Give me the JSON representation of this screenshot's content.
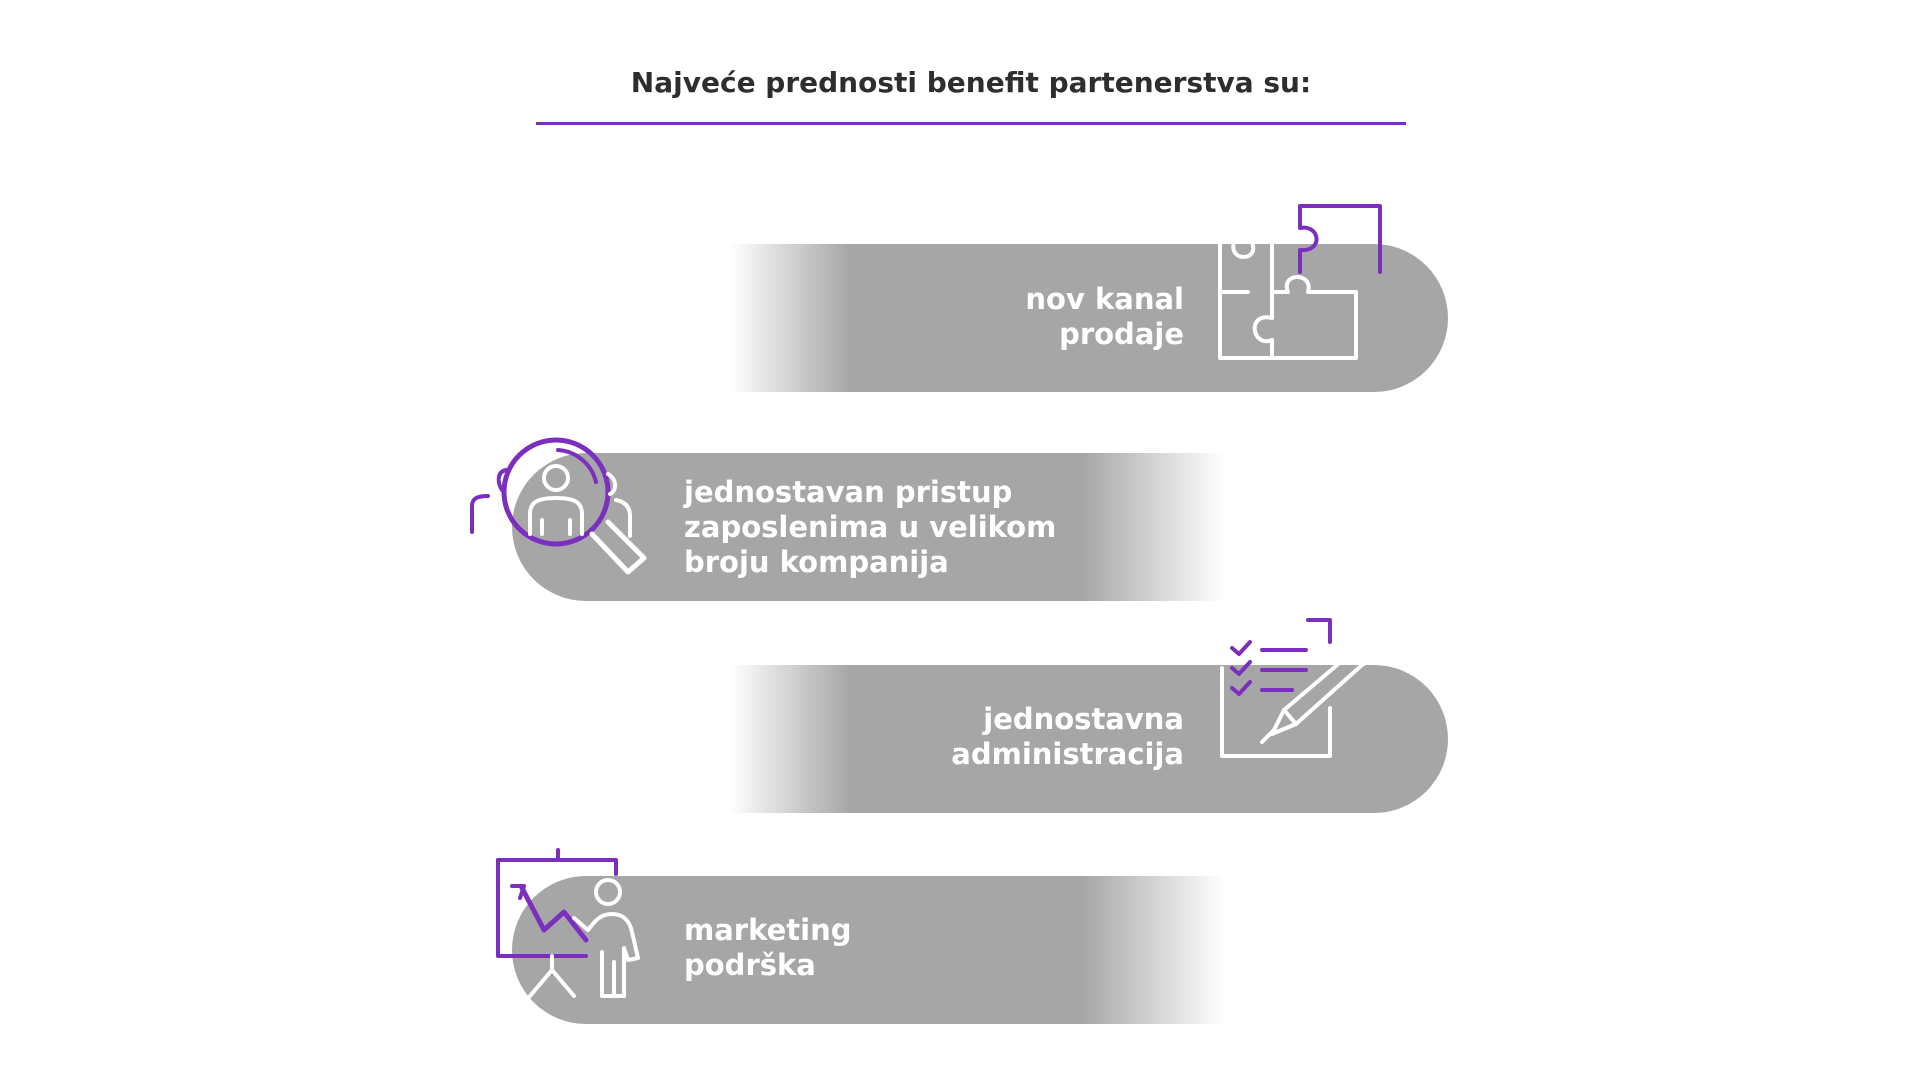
{
  "title": "Najveće prednosti benefit partenerstva su:",
  "colors": {
    "accent": "#7b2fbf",
    "pill": "#a6a6a6",
    "text_on_pill": "#ffffff",
    "title": "#2e2e2e"
  },
  "benefits": [
    {
      "lines": [
        "nov kanal",
        "prodaje"
      ],
      "icon": "puzzle-icon"
    },
    {
      "lines": [
        "jednostavan pristup",
        "zaposlenima u velikom",
        "broju kompanija"
      ],
      "icon": "people-search-icon"
    },
    {
      "lines": [
        "jednostavna",
        "administracija"
      ],
      "icon": "checklist-pen-icon"
    },
    {
      "lines": [
        "marketing",
        "podrška"
      ],
      "icon": "presentation-chart-icon"
    }
  ]
}
